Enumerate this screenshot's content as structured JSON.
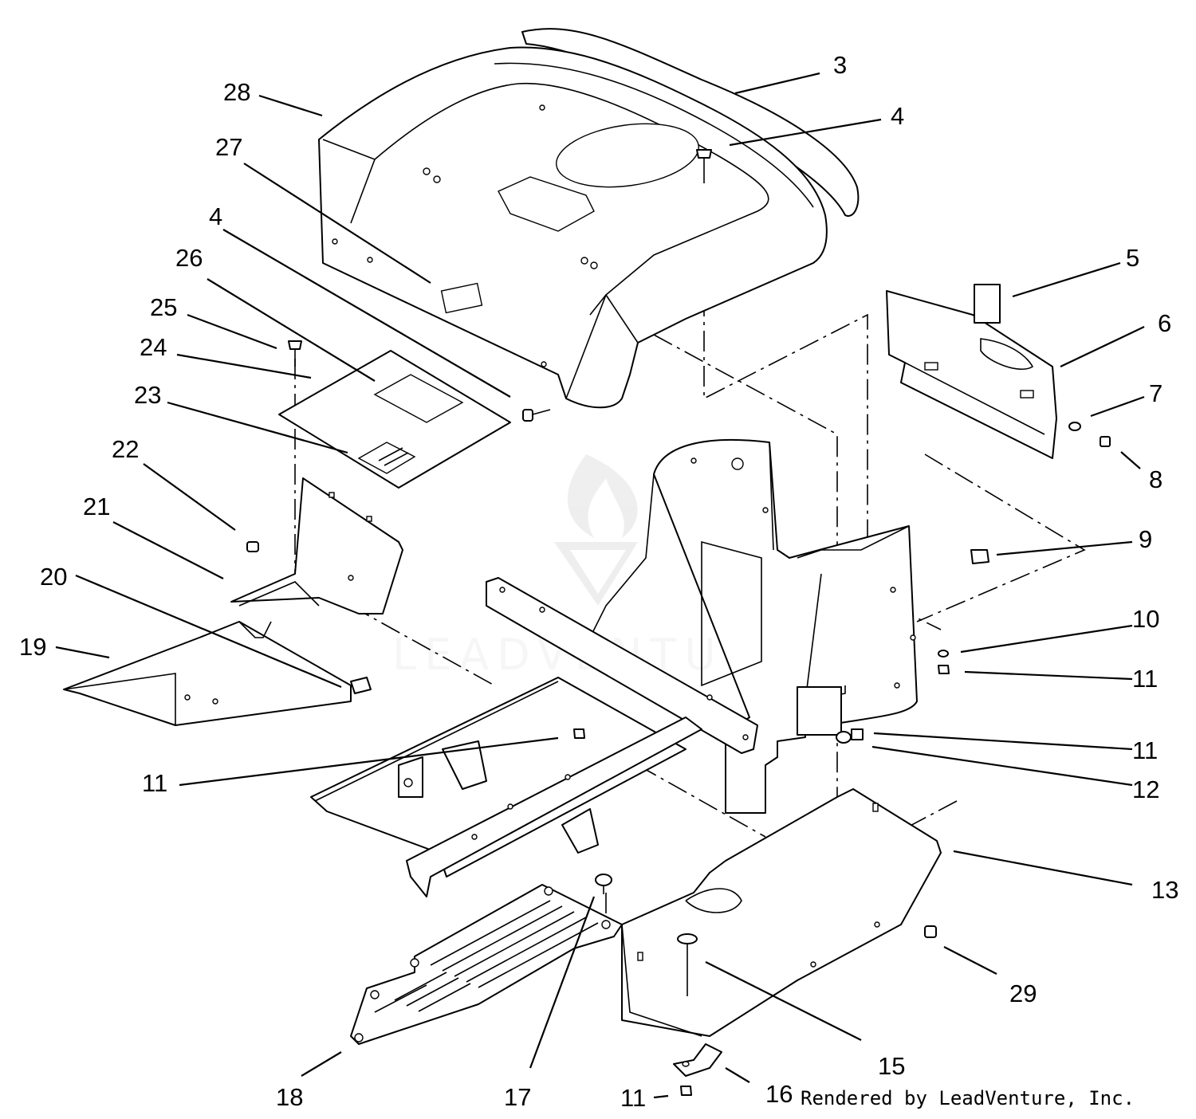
{
  "diagram": {
    "callouts": [
      {
        "id": "p3",
        "text": "3"
      },
      {
        "id": "p4a",
        "text": "4"
      },
      {
        "id": "p4b",
        "text": "4"
      },
      {
        "id": "p5",
        "text": "5"
      },
      {
        "id": "p6",
        "text": "6"
      },
      {
        "id": "p7",
        "text": "7"
      },
      {
        "id": "p8",
        "text": "8"
      },
      {
        "id": "p9",
        "text": "9"
      },
      {
        "id": "p10",
        "text": "10"
      },
      {
        "id": "p11a",
        "text": "11"
      },
      {
        "id": "p11b",
        "text": "11"
      },
      {
        "id": "p11c",
        "text": "11"
      },
      {
        "id": "p11d",
        "text": "11"
      },
      {
        "id": "p12",
        "text": "12"
      },
      {
        "id": "p13",
        "text": "13"
      },
      {
        "id": "p15",
        "text": "15"
      },
      {
        "id": "p16",
        "text": "16"
      },
      {
        "id": "p17",
        "text": "17"
      },
      {
        "id": "p18",
        "text": "18"
      },
      {
        "id": "p19",
        "text": "19"
      },
      {
        "id": "p20",
        "text": "20"
      },
      {
        "id": "p21",
        "text": "21"
      },
      {
        "id": "p22",
        "text": "22"
      },
      {
        "id": "p23",
        "text": "23"
      },
      {
        "id": "p24",
        "text": "24"
      },
      {
        "id": "p25",
        "text": "25"
      },
      {
        "id": "p26",
        "text": "26"
      },
      {
        "id": "p27",
        "text": "27"
      },
      {
        "id": "p28",
        "text": "28"
      },
      {
        "id": "p29",
        "text": "29"
      }
    ],
    "watermark": "LEADVENTURE",
    "credit": "Rendered by LeadVenture, Inc."
  },
  "colors": {
    "ink": "#000000",
    "paper": "#ffffff",
    "watermark": "#c8c8c8"
  }
}
